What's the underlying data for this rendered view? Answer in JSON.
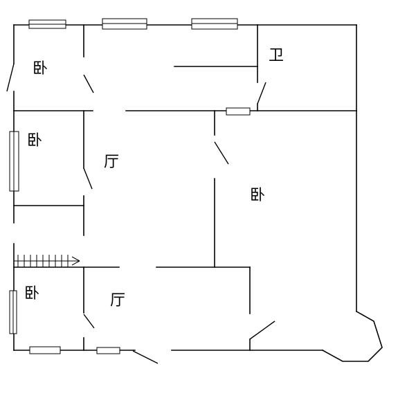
{
  "plan": {
    "rooms": [
      {
        "id": "bedroom-top-left",
        "label": "卧"
      },
      {
        "id": "bedroom-mid-left",
        "label": "卧"
      },
      {
        "id": "living-upper",
        "label": "厅"
      },
      {
        "id": "bathroom",
        "label": "卫"
      },
      {
        "id": "bedroom-large",
        "label": "卧"
      },
      {
        "id": "bedroom-bottom-left",
        "label": "卧"
      },
      {
        "id": "living-lower",
        "label": "厅"
      }
    ]
  }
}
